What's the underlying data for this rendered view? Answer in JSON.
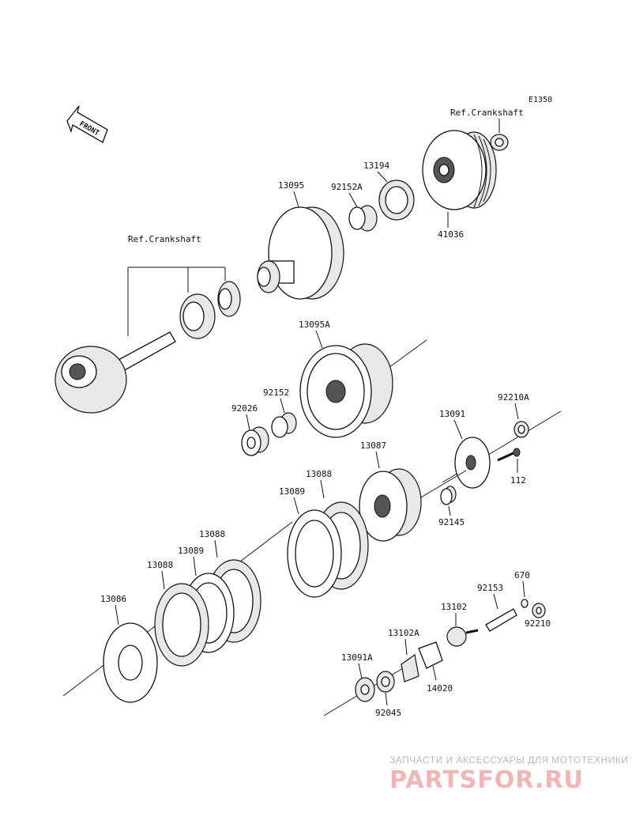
{
  "diagram": {
    "code": "E1350",
    "front_label": "FRONT",
    "ref_crankshaft_top": "Ref.Crankshaft",
    "ref_crankshaft_left": "Ref.Crankshaft",
    "parts": {
      "p13095": "13095",
      "p92152A": "92152A",
      "p13194": "13194",
      "p41036": "41036",
      "p13095A": "13095A",
      "p92152": "92152",
      "p92026": "92026",
      "p13091": "13091",
      "p92210A": "92210A",
      "p13087": "13087",
      "p112": "112",
      "p13088_a": "13088",
      "p13089_a": "13089",
      "p92145": "92145",
      "p13088_b": "13088",
      "p13089_b": "13089",
      "p13088_c": "13088",
      "p13086": "13086",
      "p670": "670",
      "p92153": "92153",
      "p13102": "13102",
      "p92210": "92210",
      "p13102A": "13102A",
      "p13091A": "13091A",
      "p14020": "14020",
      "p92045": "92045"
    }
  },
  "watermark": {
    "subtitle": "ЗАПЧАСТИ И АКСЕССУАРЫ ДЛЯ МОТОТЕХНИКИ",
    "brand": "PARTSFOR.RU"
  }
}
